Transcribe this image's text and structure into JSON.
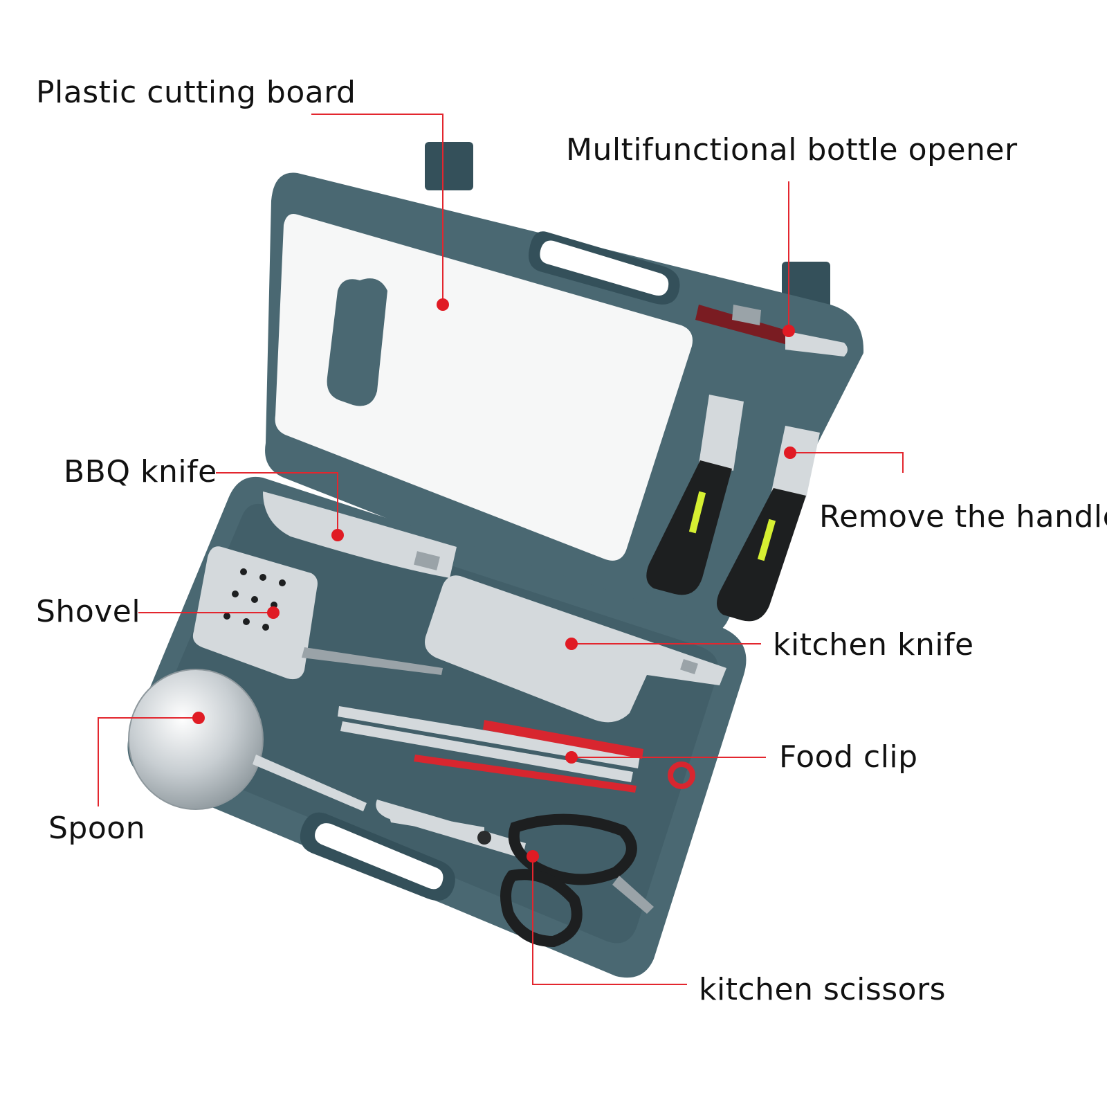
{
  "colors": {
    "background": "#ffffff",
    "case": "#4a6872",
    "case_dark": "#34505a",
    "case_light": "#6a8790",
    "board": "#f6f7f7",
    "steel": "#d4d9dc",
    "steel_dark": "#9aa3a8",
    "handle_black": "#1d1f20",
    "handle_accent": "#d6f032",
    "clip_red": "#d8262f",
    "corkscrew": "#7a1c22",
    "leader_line": "#e3262e",
    "leader_dot": "#e01b24",
    "label_text": "#111111"
  },
  "callouts": [
    {
      "id": "cutting-board",
      "text": "Plastic cutting board"
    },
    {
      "id": "bottle-opener",
      "text": "Multifunctional bottle opener"
    },
    {
      "id": "bbq-knife",
      "text": "BBQ knife"
    },
    {
      "id": "remove-handle",
      "text": "Remove the handle"
    },
    {
      "id": "shovel",
      "text": "Shovel"
    },
    {
      "id": "kitchen-knife",
      "text": "kitchen knife"
    },
    {
      "id": "food-clip",
      "text": "Food clip"
    },
    {
      "id": "spoon",
      "text": "Spoon"
    },
    {
      "id": "kitchen-scissors",
      "text": "kitchen scissors"
    }
  ]
}
